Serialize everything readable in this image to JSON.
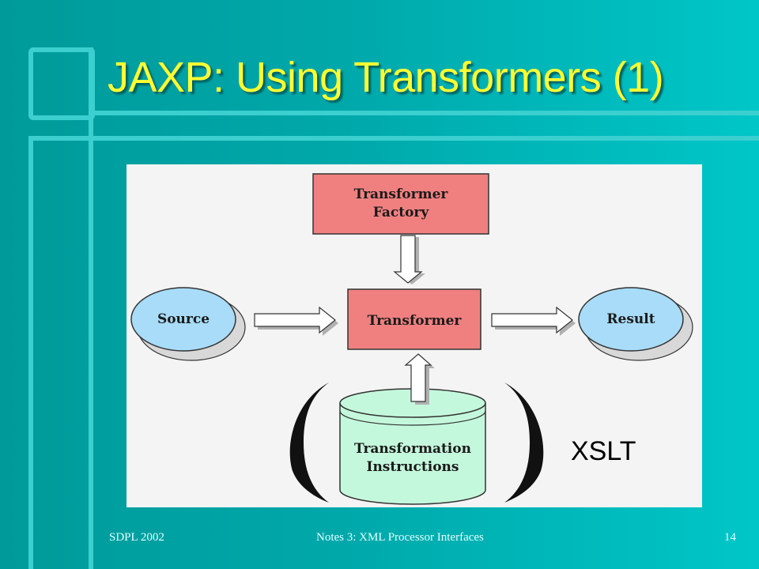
{
  "slide": {
    "title": "JAXP: Using Transformers (1)",
    "side_label": "XSLT"
  },
  "diagram": {
    "nodes": {
      "factory": {
        "line1": "Transformer",
        "line2": "Factory"
      },
      "transformer": {
        "label": "Transformer"
      },
      "source": {
        "label": "Source"
      },
      "result": {
        "label": "Result"
      },
      "instructions": {
        "line1": "Transformation",
        "line2": "Instructions"
      }
    }
  },
  "footer": {
    "left": "SDPL 2002",
    "center": "Notes 3: XML Processor Interfaces",
    "page": "14"
  },
  "colors": {
    "title": "#ffff33",
    "box_fill": "#f08080",
    "ellipse_fill": "#a8dcf8",
    "cylinder_fill": "#c4f8dc",
    "accent_line": "#3ccfd0"
  }
}
